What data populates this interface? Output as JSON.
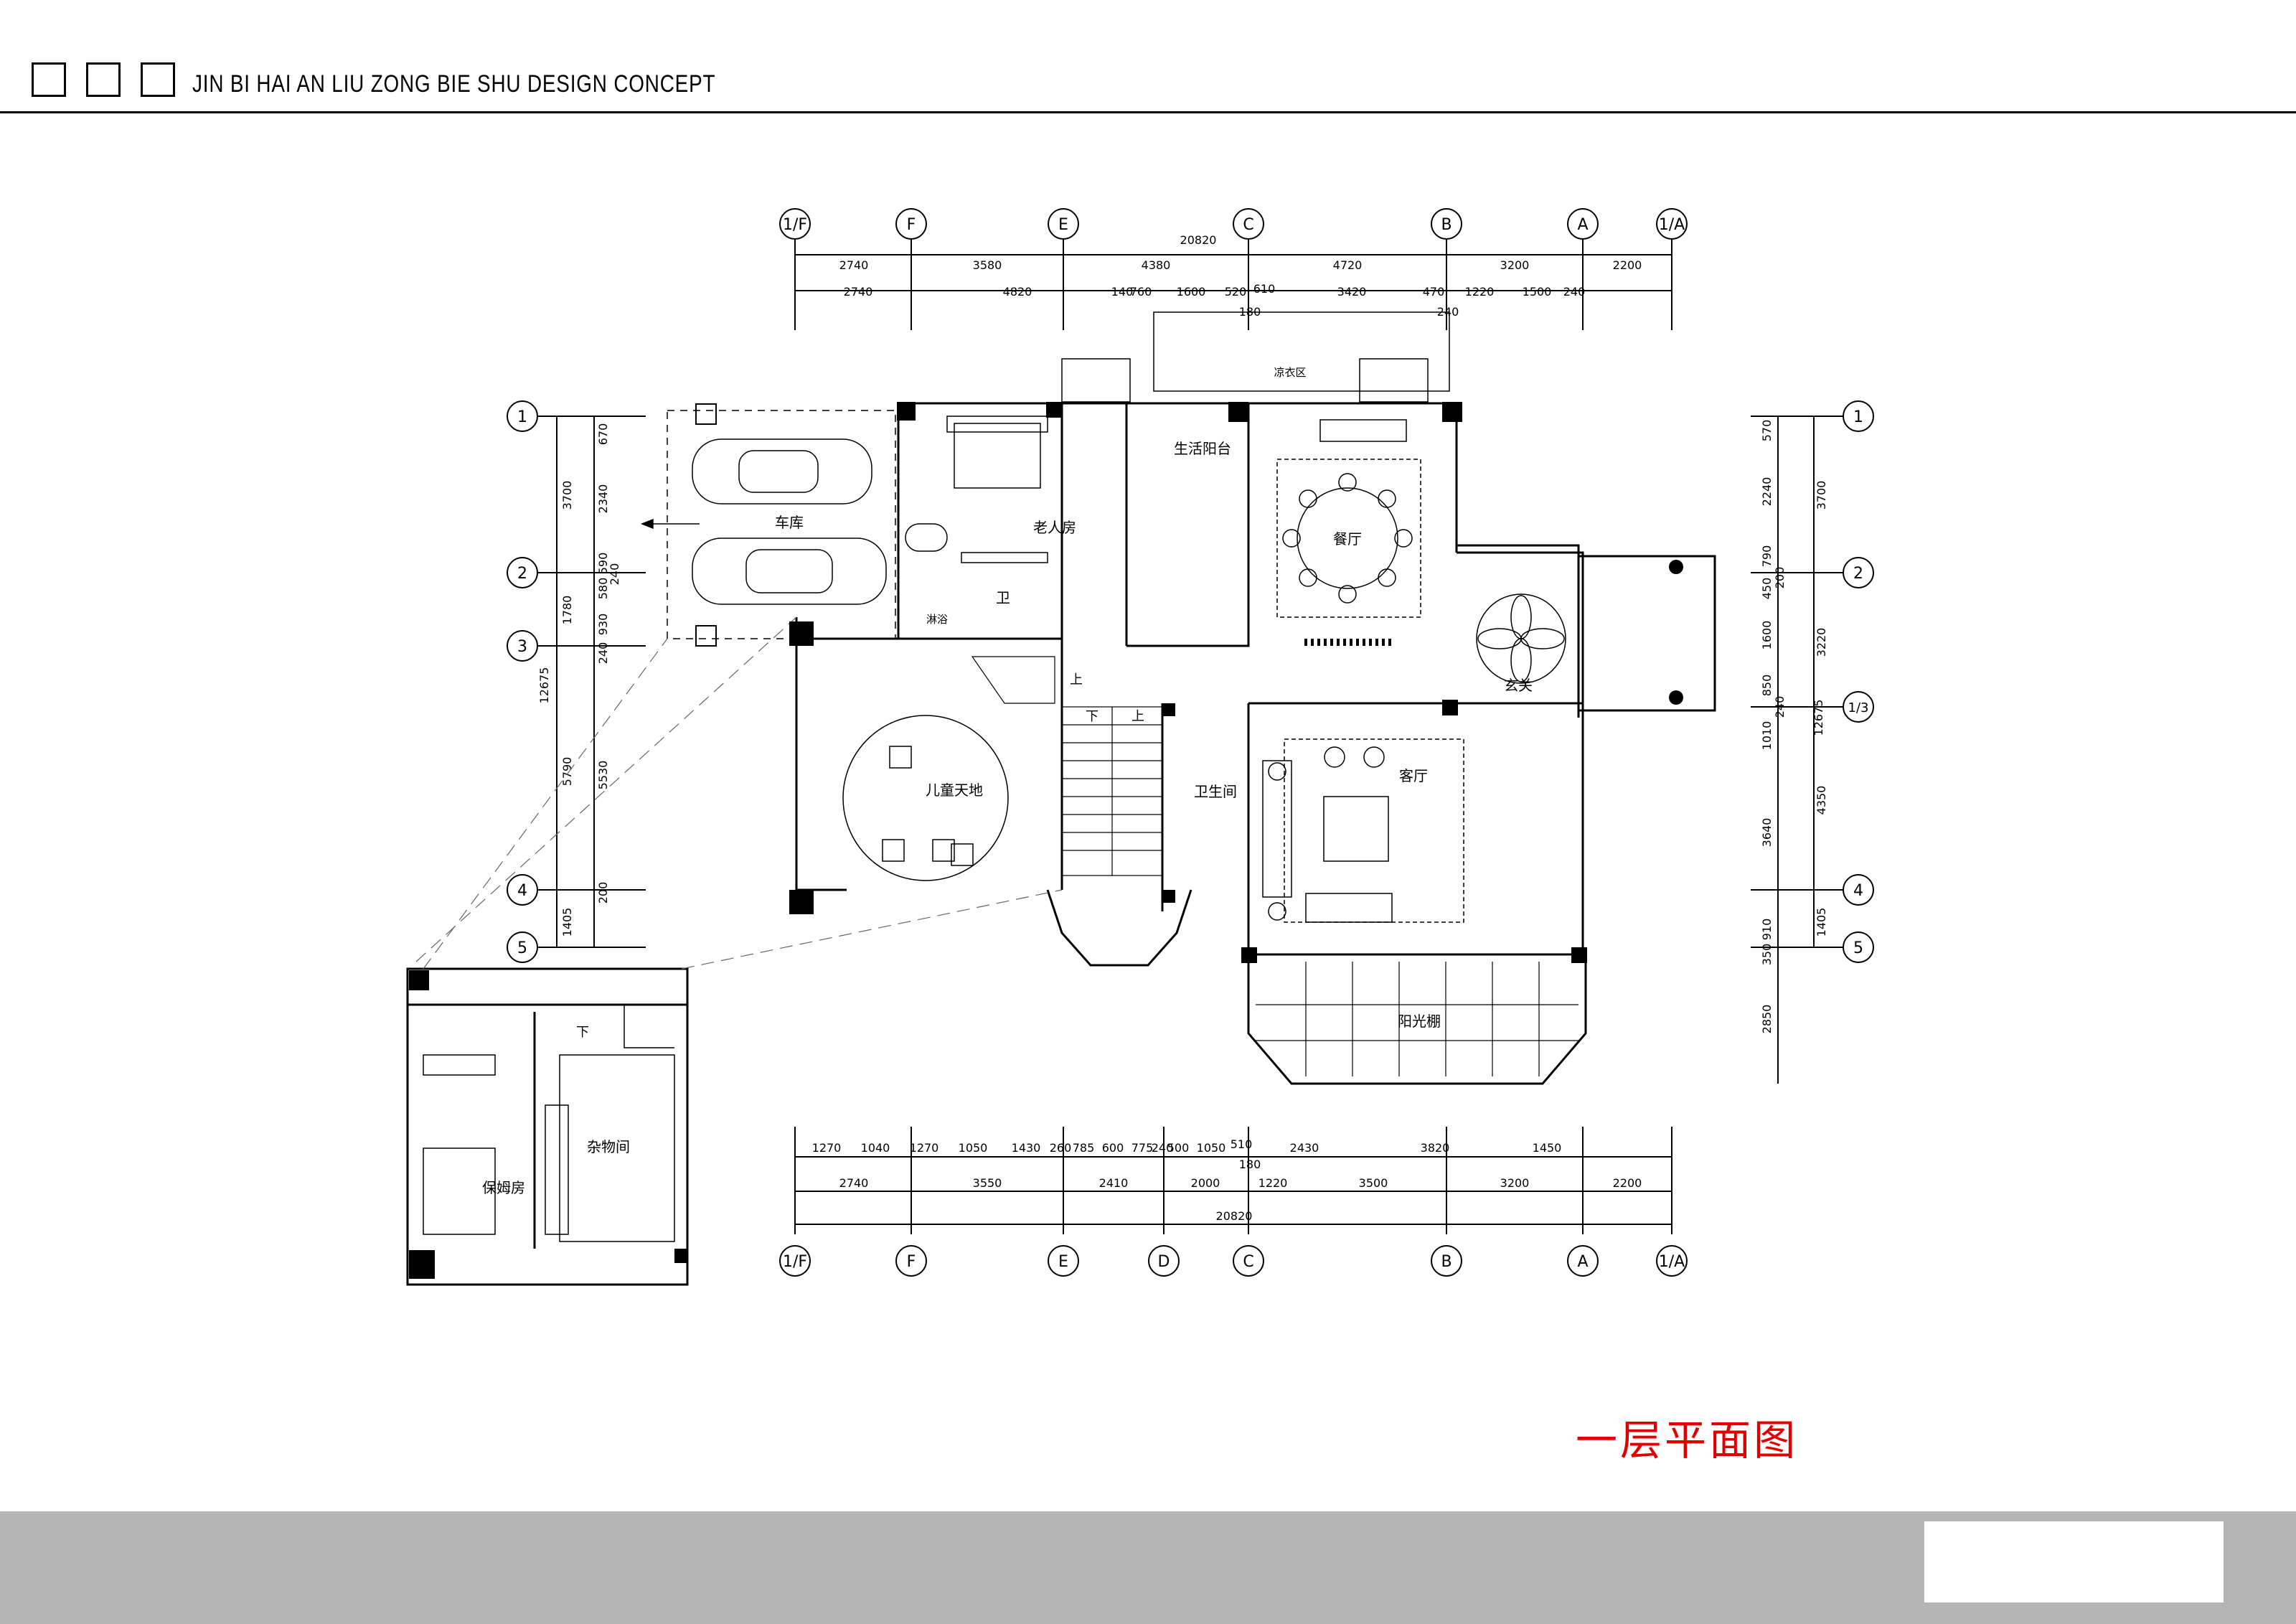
{
  "header": {
    "title": "JIN BI HAI AN LIU ZONG BIE SHU DESIGN CONCEPT"
  },
  "drawing_title": "一层平面图",
  "axes": {
    "top": [
      "1/F",
      "F",
      "E",
      "C",
      "B",
      "A",
      "1/A"
    ],
    "bottom": [
      "1/F",
      "F",
      "E",
      "D",
      "C",
      "B",
      "A",
      "1/A"
    ],
    "left": [
      "1",
      "2",
      "3",
      "4",
      "5"
    ],
    "right": [
      "1",
      "2",
      "1/3",
      "4",
      "5"
    ]
  },
  "dimensions": {
    "top_total": "20820",
    "top_row1": [
      "2740",
      "3580",
      "4380",
      "4720",
      "3200",
      "2200"
    ],
    "top_row2": [
      "2740",
      "4820",
      "140",
      "760",
      "1600",
      "520",
      "610",
      "180",
      "3420",
      "470",
      "240",
      "1220",
      "1500",
      "240"
    ],
    "bottom_row1": [
      "1270",
      "1040",
      "1270",
      "1050",
      "1430",
      "260",
      "785",
      "600",
      "775",
      "240",
      "500",
      "1050",
      "510",
      "180",
      "2430",
      "3820",
      "1450"
    ],
    "bottom_row2": [
      "2740",
      "3550",
      "2410",
      "2000",
      "1220",
      "3500",
      "3200",
      "2200"
    ],
    "bottom_total": "20820",
    "left_outer": [
      "3700",
      "1780",
      "5790",
      "1405"
    ],
    "left_inner": [
      "670",
      "2340",
      "590",
      "580",
      "240",
      "930",
      "240",
      "5530",
      "200"
    ],
    "left_total": "12675",
    "right_outer": [
      "3700",
      "3220",
      "12675",
      "1405"
    ],
    "right_inner": [
      "570",
      "2240",
      "790",
      "200",
      "450",
      "1600",
      "850",
      "240",
      "1010",
      "4350",
      "3640",
      "910",
      "350",
      "2850"
    ]
  },
  "rooms": {
    "garage": "车库",
    "elderly": "老人房",
    "balcony": "生活阳台",
    "drying": "凉衣区",
    "dining": "餐厅",
    "bath_small": "卫",
    "shower": "淋浴",
    "foyer": "玄关",
    "kids": "儿童天地",
    "washroom": "卫生间",
    "living": "客厅",
    "sunroom": "阳光棚",
    "storage": "杂物间",
    "nanny": "保姆房"
  },
  "stairs": {
    "up": "上",
    "down": "下"
  }
}
